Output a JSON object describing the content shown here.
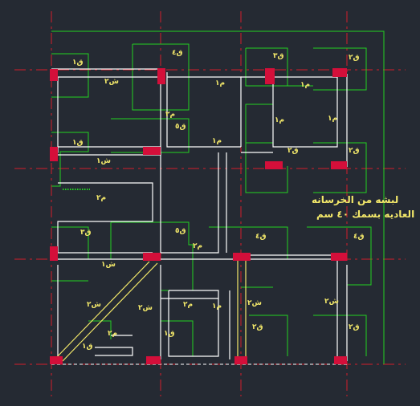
{
  "colors": {
    "background": "#252a33",
    "grid_axis": "#d41e2b",
    "footing_outline": "#22d122",
    "beam_line": "#ffffff",
    "column": "#d40f3a",
    "label": "#f4e96a"
  },
  "note": {
    "line1": "لبشه من الخرسانه",
    "line2": "العاديه بسمك ٤٠ سم"
  },
  "labels": [
    {
      "id": "l1",
      "text": "ق١"
    },
    {
      "id": "l2",
      "text": "ق٤"
    },
    {
      "id": "l3",
      "text": "ق٣"
    },
    {
      "id": "l4",
      "text": "ق٢"
    },
    {
      "id": "l5",
      "text": "ش٢"
    },
    {
      "id": "l6",
      "text": "م١"
    },
    {
      "id": "l7",
      "text": "م١"
    },
    {
      "id": "l8",
      "text": "ق٥"
    },
    {
      "id": "l9",
      "text": "م٢"
    },
    {
      "id": "l10",
      "text": "م١"
    },
    {
      "id": "l11",
      "text": "م١"
    },
    {
      "id": "l12",
      "text": "ق١"
    },
    {
      "id": "l13",
      "text": "ق٢"
    },
    {
      "id": "l14",
      "text": "ق٢"
    },
    {
      "id": "l15",
      "text": "ش١"
    },
    {
      "id": "l16",
      "text": "م٢"
    },
    {
      "id": "l17",
      "text": "م١"
    },
    {
      "id": "l18",
      "text": "ق٣"
    },
    {
      "id": "l19",
      "text": "ق٥"
    },
    {
      "id": "l20",
      "text": "ق٤"
    },
    {
      "id": "l21",
      "text": "ق٤"
    },
    {
      "id": "l22",
      "text": "م٢"
    },
    {
      "id": "l23",
      "text": "ش١"
    },
    {
      "id": "l24",
      "text": "ش٢"
    },
    {
      "id": "l25",
      "text": "ش٢"
    },
    {
      "id": "l26",
      "text": "م٢"
    },
    {
      "id": "l27",
      "text": "م١"
    },
    {
      "id": "l28",
      "text": "ش٢"
    },
    {
      "id": "l29",
      "text": "ش٢"
    },
    {
      "id": "l30",
      "text": "م٢"
    },
    {
      "id": "l31",
      "text": "ق١"
    },
    {
      "id": "l32",
      "text": "ق١"
    },
    {
      "id": "l33",
      "text": "ق٢"
    },
    {
      "id": "l34",
      "text": "ق٢"
    }
  ]
}
